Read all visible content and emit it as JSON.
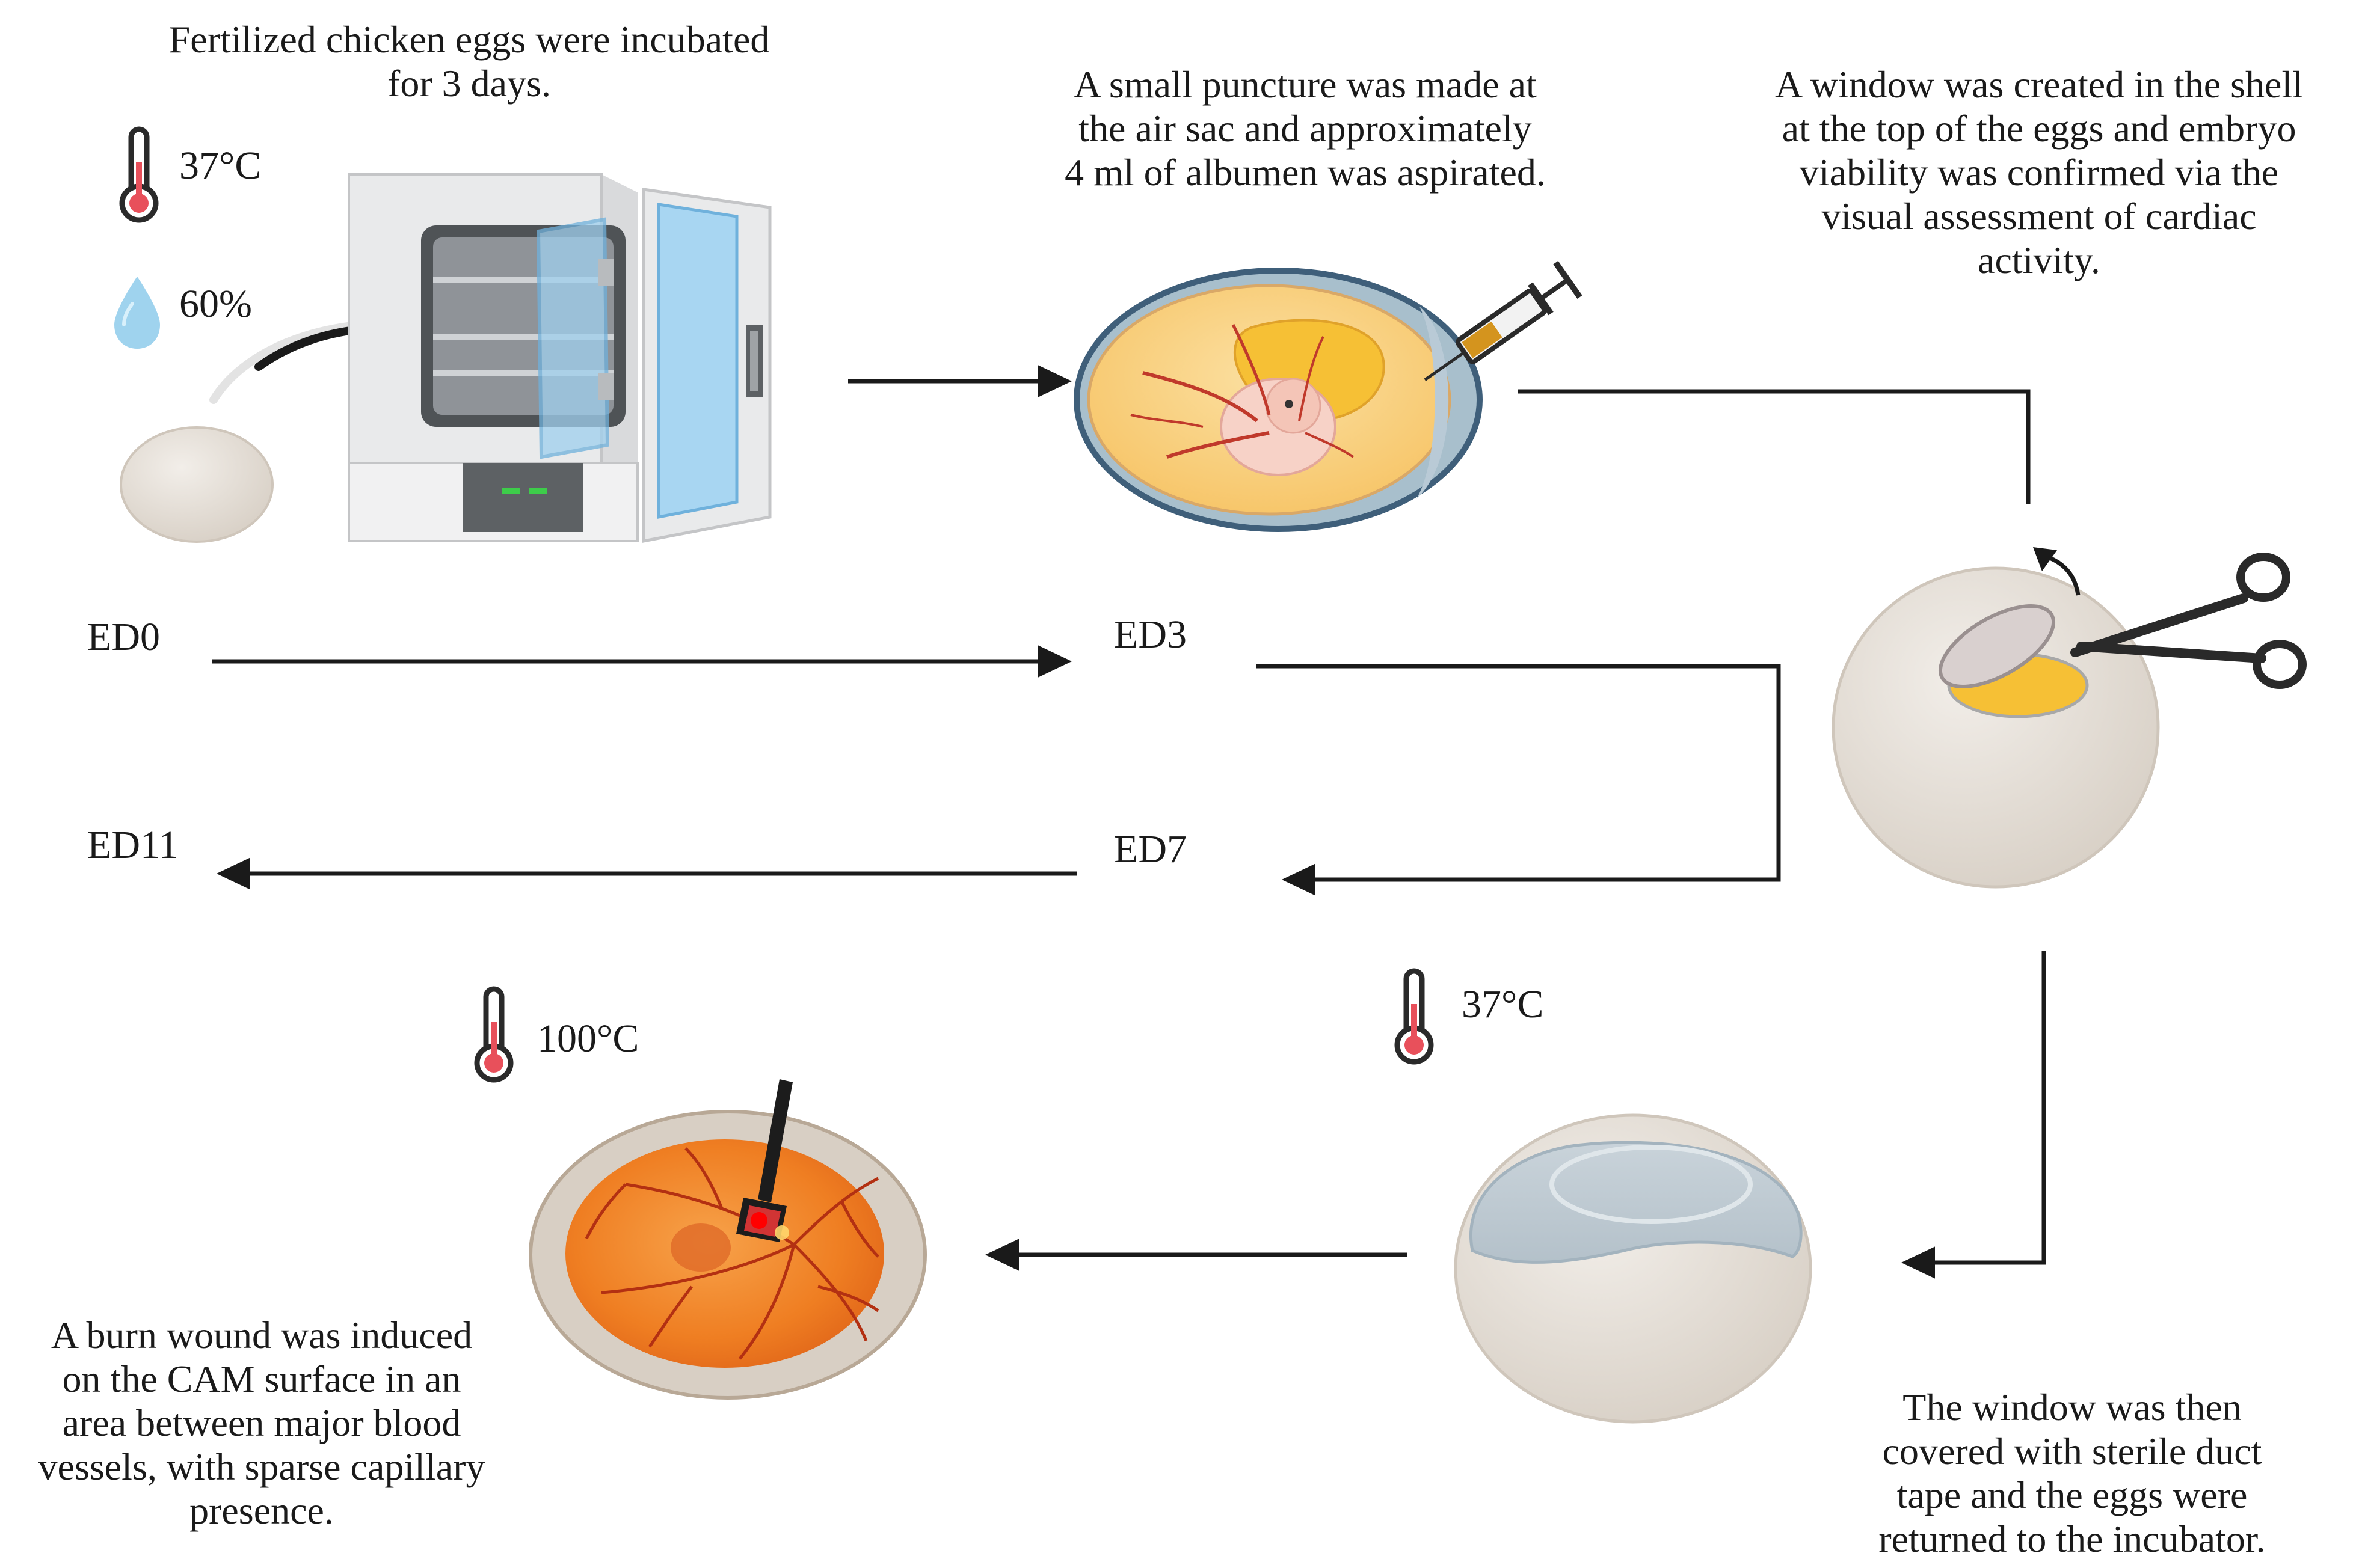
{
  "steps": {
    "incubate": [
      "Fertilized chicken eggs were  incubated",
      "for 3 days."
    ],
    "puncture": [
      "A small puncture was made at",
      "the air sac and approximately",
      "4 ml of albumen was aspirated."
    ],
    "window": [
      "A window was created in the shell",
      "at the top of the eggs and embryo",
      "viability was confirmed via the",
      "visual assessment of cardiac",
      "activity."
    ],
    "cover": [
      "The window was then",
      "covered with sterile duct",
      "tape and the eggs were",
      "returned to the incubator."
    ],
    "burn": [
      "A burn wound was induced",
      "on the CAM surface in an",
      "area between major blood",
      "vessels, with sparse capillary",
      "presence."
    ]
  },
  "conditions": {
    "incubation_temp": "37°C",
    "incubation_humidity": "60%",
    "reincubation_temp": "37°C",
    "burn_temp": "100°C"
  },
  "timeline": {
    "ed0": "ED0",
    "ed3": "ED3",
    "ed7": "ED7",
    "ed11": "ED11"
  },
  "colors": {
    "arrow": "#1a1a1a",
    "thermometer_bulb": "#e8505b",
    "droplet": "#9fd3ee",
    "egg_shell": "#e6e0d8",
    "yolk": "#f6c035",
    "cam": "#f28a2a",
    "incubator": "#d9dadc"
  },
  "icons": [
    "thermometer-icon",
    "droplet-icon",
    "incubator-icon",
    "egg-icon",
    "syringe-icon",
    "scissors-icon",
    "taped-egg-icon",
    "cam-egg-icon",
    "burn-probe-icon"
  ]
}
